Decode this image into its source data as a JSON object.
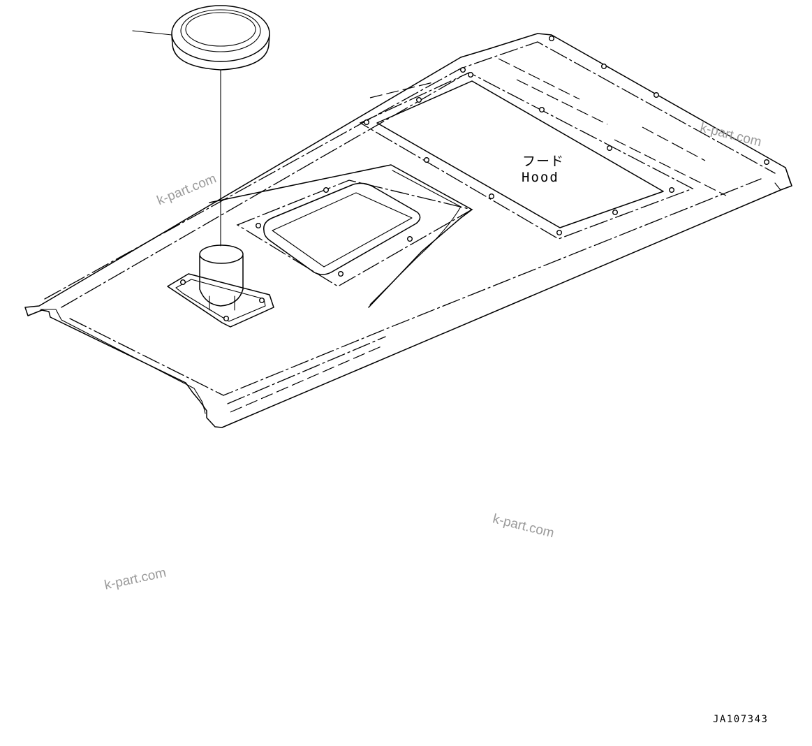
{
  "diagram": {
    "part_label_jp": "フード",
    "part_label_en": "Hood",
    "document_number": "JA107343"
  },
  "watermarks": [
    "k-part.com",
    "k-part.com",
    "k-part.com",
    "k-part.com"
  ]
}
